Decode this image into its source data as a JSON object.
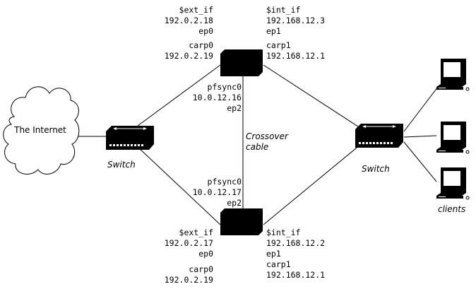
{
  "internet": {
    "label": "The Internet"
  },
  "switch_left": {
    "label": "Switch"
  },
  "switch_right": {
    "label": "Switch"
  },
  "clients": {
    "label": "clients"
  },
  "crossover": {
    "line1": "Crossover",
    "line2": "cable"
  },
  "fw1": {
    "ext_label": "$ext_if",
    "ext_ip": "192.0.2.18",
    "ext_dev": "ep0",
    "carp0_label": "carp0",
    "carp0_ip": "192.0.2.19",
    "int_label": "$int_if",
    "int_ip": "192.168.12.3",
    "int_dev": "ep1",
    "carp1_label": "carp1",
    "carp1_ip": "192.168.12.1",
    "pfsync_label": "pfsync0",
    "pfsync_ip": "10.0.12.16",
    "pfsync_dev": "ep2"
  },
  "fw2": {
    "pfsync_label": "pfsync0",
    "pfsync_ip": "10.0.12.17",
    "pfsync_dev": "ep2",
    "ext_label": "$ext_if",
    "ext_ip": "192.0.2.17",
    "ext_dev": "ep0",
    "carp0_label": "carp0",
    "carp0_ip": "192.0.2.19",
    "int_label": "$int_if",
    "int_ip": "192.168.12.2",
    "int_dev": "ep1",
    "carp1_label": "carp1",
    "carp1_ip": "192.168.12.1"
  },
  "colors": {
    "line": "#000000",
    "device": "#000000",
    "background": "#ffffff"
  }
}
